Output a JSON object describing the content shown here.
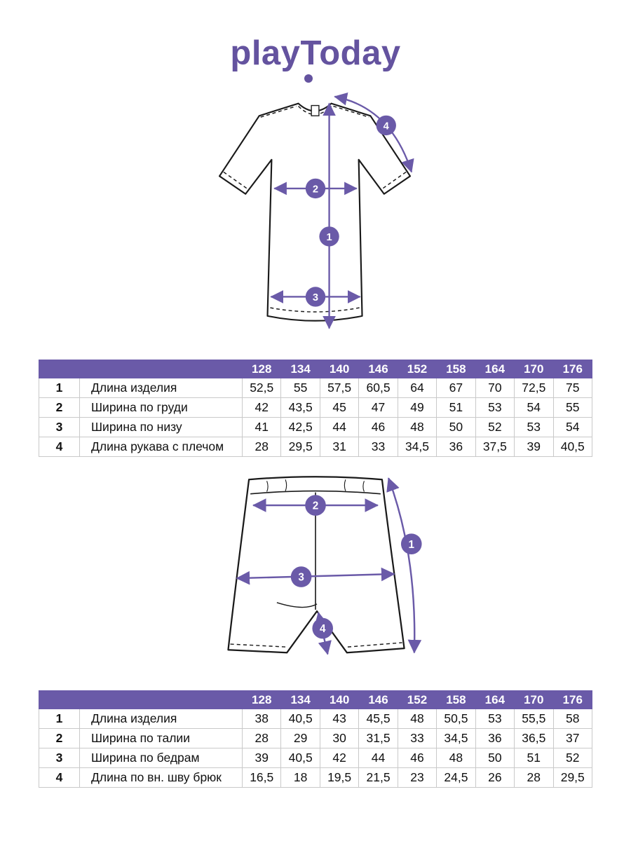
{
  "brand": {
    "logo_text": "playToday"
  },
  "colors": {
    "accent": "#6a5aa8",
    "line": "#1a1a1a"
  },
  "sizes": [
    "128",
    "134",
    "140",
    "146",
    "152",
    "158",
    "164",
    "170",
    "176"
  ],
  "marker_labels": [
    "1",
    "2",
    "3",
    "4"
  ],
  "tshirt_table": {
    "rows": [
      {
        "num": "1",
        "label": "Длина изделия",
        "values": [
          "52,5",
          "55",
          "57,5",
          "60,5",
          "64",
          "67",
          "70",
          "72,5",
          "75"
        ]
      },
      {
        "num": "2",
        "label": "Ширина по груди",
        "values": [
          "42",
          "43,5",
          "45",
          "47",
          "49",
          "51",
          "53",
          "54",
          "55"
        ]
      },
      {
        "num": "3",
        "label": "Ширина по низу",
        "values": [
          "41",
          "42,5",
          "44",
          "46",
          "48",
          "50",
          "52",
          "53",
          "54"
        ]
      },
      {
        "num": "4",
        "label": "Длина рукава с плечом",
        "values": [
          "28",
          "29,5",
          "31",
          "33",
          "34,5",
          "36",
          "37,5",
          "39",
          "40,5"
        ]
      }
    ]
  },
  "shorts_table": {
    "rows": [
      {
        "num": "1",
        "label": "Длина изделия",
        "values": [
          "38",
          "40,5",
          "43",
          "45,5",
          "48",
          "50,5",
          "53",
          "55,5",
          "58"
        ]
      },
      {
        "num": "2",
        "label": "Ширина по талии",
        "values": [
          "28",
          "29",
          "30",
          "31,5",
          "33",
          "34,5",
          "36",
          "36,5",
          "37"
        ]
      },
      {
        "num": "3",
        "label": "Ширина по бедрам",
        "values": [
          "39",
          "40,5",
          "42",
          "44",
          "46",
          "48",
          "50",
          "51",
          "52"
        ]
      },
      {
        "num": "4",
        "label": "Длина по вн. шву брюк",
        "values": [
          "16,5",
          "18",
          "19,5",
          "21,5",
          "23",
          "24,5",
          "26",
          "28",
          "29,5"
        ]
      }
    ]
  }
}
